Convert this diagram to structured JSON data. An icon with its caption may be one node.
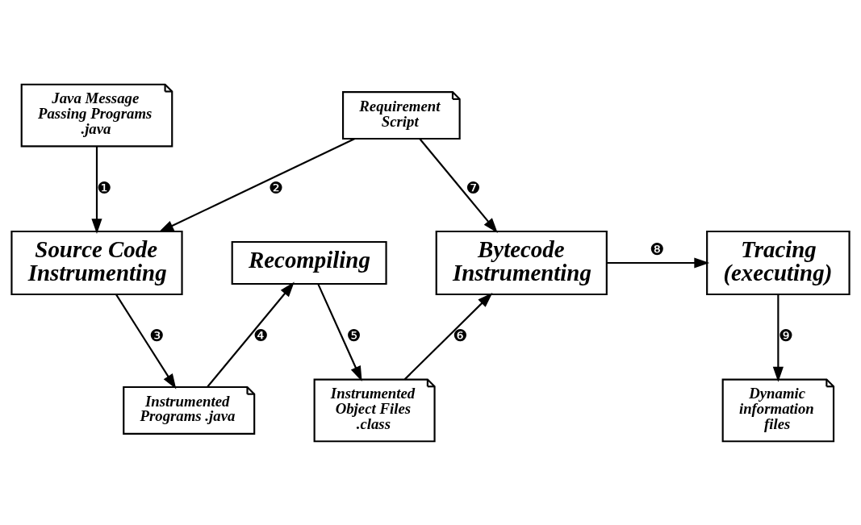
{
  "diagram": {
    "nodes": [
      {
        "text": [
          "Java Message Passing Programs .java"
        ]
      },
      {
        "text": [
          "Requirement Script"
        ]
      },
      {
        "text": [
          "Source Code Instrumenting"
        ]
      },
      {
        "text": [
          "Recompiling"
        ]
      },
      {
        "text": [
          "Bytecode Instrumenting"
        ]
      },
      {
        "text": [
          "Tracing (executing)"
        ]
      },
      {
        "text": [
          "Instrumented Programs .java"
        ]
      },
      {
        "text": [
          "Instrumented Object Files .class"
        ]
      },
      {
        "text": [
          "Dynamic information files"
        ]
      }
    ],
    "edges": [
      {
        "from": 0,
        "to": 2,
        "arrow": "to",
        "label": "❶"
      },
      {
        "from": 1,
        "to": 2,
        "arrow": "to",
        "label": "❷"
      },
      {
        "from": 2,
        "to": 6,
        "arrow": "to",
        "label": "❸"
      },
      {
        "from": 6,
        "to": 3,
        "arrow": "to",
        "label": "❹"
      },
      {
        "from": 3,
        "to": 7,
        "arrow": "to",
        "label": "❺"
      },
      {
        "from": 7,
        "to": 4,
        "arrow": "to",
        "label": "❻"
      },
      {
        "from": 1,
        "to": 4,
        "arrow": "to",
        "label": "❼"
      },
      {
        "from": 4,
        "to": 5,
        "arrow": "to",
        "label": "❽"
      },
      {
        "from": 5,
        "to": 8,
        "arrow": "to",
        "label": "❾"
      }
    ]
  }
}
